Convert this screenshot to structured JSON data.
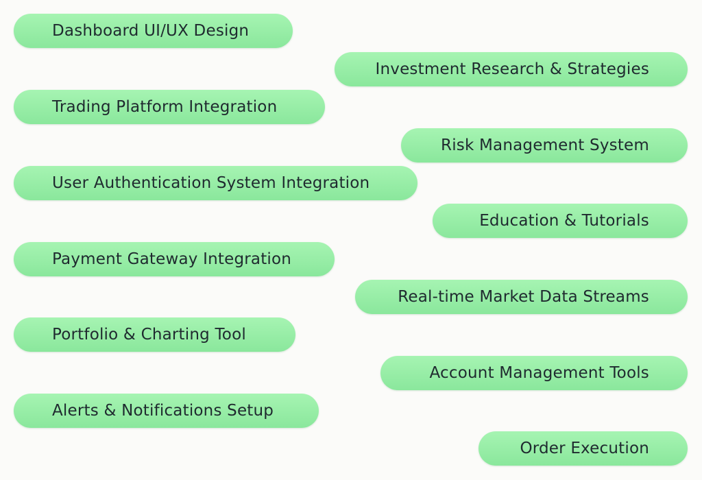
{
  "items": [
    {
      "label": "Dashboard UI/UX Design"
    },
    {
      "label": "Investment Research & Strategies"
    },
    {
      "label": "Trading Platform Integration"
    },
    {
      "label": "Risk Management System"
    },
    {
      "label": "User Authentication System Integration"
    },
    {
      "label": "Education & Tutorials"
    },
    {
      "label": "Payment Gateway Integration"
    },
    {
      "label": "Real-time Market Data Streams"
    },
    {
      "label": "Portfolio & Charting Tool"
    },
    {
      "label": "Account Management Tools"
    },
    {
      "label": "Alerts & Notifications Setup"
    },
    {
      "label": "Order Execution"
    }
  ],
  "colors": {
    "pill_fill": "#9aefaa",
    "text": "#1f2a2f",
    "background": "#fbfbf9"
  }
}
